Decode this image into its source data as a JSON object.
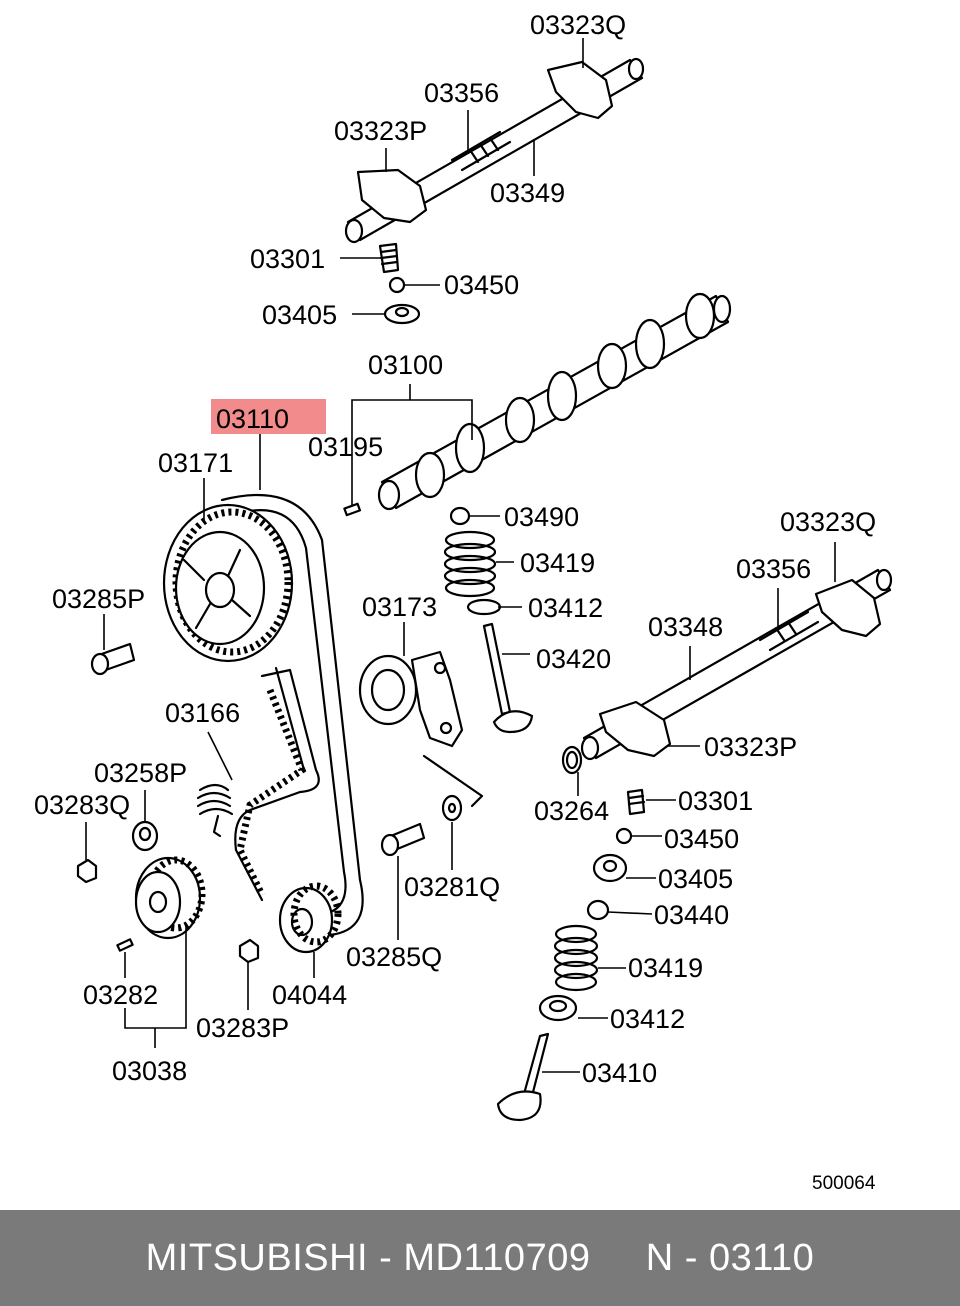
{
  "highlight_color": "#f28b8b",
  "footer_bg": "#7a7a7a",
  "labels": {
    "l03323Q_top": "03323Q",
    "l03356_top": "03356",
    "l03323P_top": "03323P",
    "l03349": "03349",
    "l03301_top": "03301",
    "l03450_top": "03450",
    "l03405_top": "03405",
    "l03100": "03100",
    "l03110": "03110",
    "l03195": "03195",
    "l03171": "03171",
    "l03490": "03490",
    "l03419_top": "03419",
    "l03412_top": "03412",
    "l03420": "03420",
    "l03285P": "03285P",
    "l03173": "03173",
    "l03323Q_right": "03323Q",
    "l03356_right": "03356",
    "l03348": "03348",
    "l03323P_right": "03323P",
    "l03166": "03166",
    "l03258P": "03258P",
    "l03283Q": "03283Q",
    "l03264": "03264",
    "l03301_right": "03301",
    "l03450_right": "03450",
    "l03281Q": "03281Q",
    "l03405_right": "03405",
    "l03440": "03440",
    "l03285Q": "03285Q",
    "l03419_bottom": "03419",
    "l03282": "03282",
    "l04044": "04044",
    "l03283P": "03283P",
    "l03412_bottom": "03412",
    "l03038": "03038",
    "l03410": "03410"
  },
  "diagram_code": "500064",
  "footer": "MITSUBISHI - MD110709     N - 03110"
}
